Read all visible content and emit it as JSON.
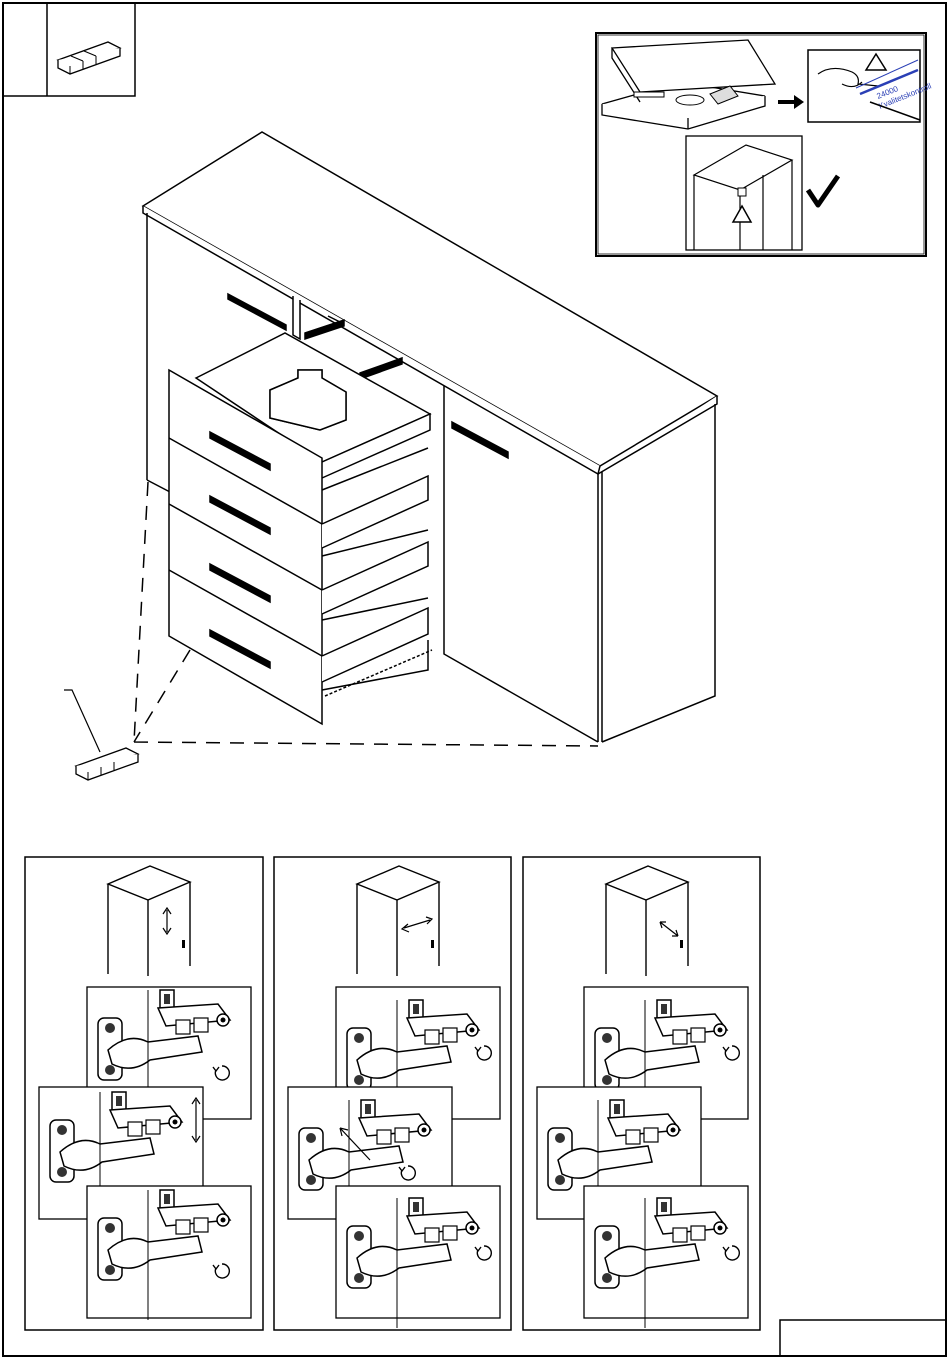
{
  "page": {
    "kind": "furniture assembly instruction sheet",
    "line_color": "#000000",
    "background": "#ffffff"
  },
  "part_box": {
    "icon": "felt-pad-strip-icon"
  },
  "notice_panel": {
    "icons": [
      "open-box-icon",
      "warning-triangle-icon",
      "arrow-right-icon",
      "label-sticker-icon",
      "cabinet-interior-icon",
      "checkmark-icon"
    ],
    "label_lines": [
      "24000",
      "Kvalitetskontroll"
    ],
    "label_color": "#2a3fb5"
  },
  "main_drawing": {
    "subject": "sideboard with four drawers and one door",
    "weight_icon": "weight-icon"
  },
  "adjust_panels": [
    {
      "direction": "vertical",
      "icons": [
        "cabinet-icon",
        "vertical-arrow-icon",
        "hinge-icon",
        "rotate-screw-icon"
      ]
    },
    {
      "direction": "horizontal",
      "icons": [
        "cabinet-icon",
        "horizontal-arrow-icon",
        "hinge-icon",
        "rotate-screw-icon"
      ]
    },
    {
      "direction": "depth",
      "icons": [
        "cabinet-icon",
        "diagonal-arrow-icon",
        "hinge-icon",
        "rotate-screw-icon"
      ]
    }
  ],
  "page_number_box": {
    "text": ""
  }
}
